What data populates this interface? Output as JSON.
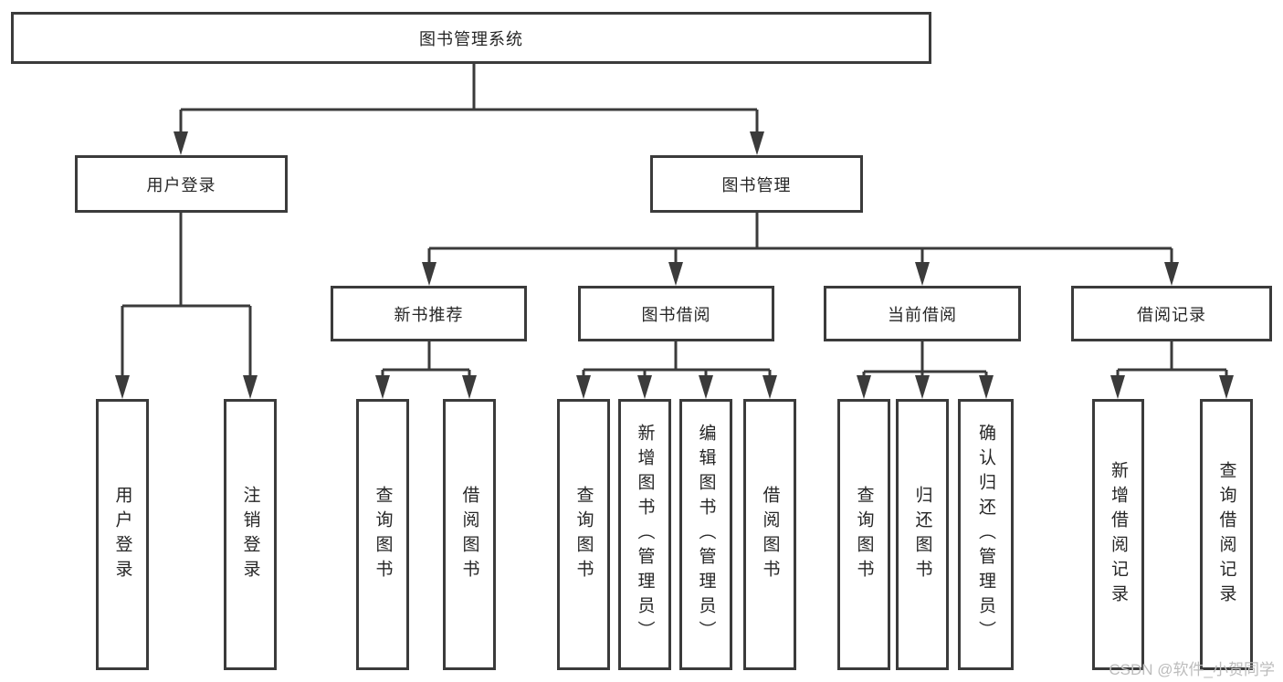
{
  "diagram": {
    "root": {
      "label": "图书管理系统"
    },
    "user_login": {
      "label": "用户登录",
      "children": [
        {
          "label": "用户登录"
        },
        {
          "label": "注销登录"
        }
      ]
    },
    "book_mgmt": {
      "label": "图书管理",
      "sections": [
        {
          "label": "新书推荐",
          "children": [
            {
              "label": "查询图书"
            },
            {
              "label": "借阅图书"
            }
          ]
        },
        {
          "label": "图书借阅",
          "children": [
            {
              "label": "查询图书"
            },
            {
              "label": "新增图书（管理员）"
            },
            {
              "label": "编辑图书（管理员）"
            },
            {
              "label": "借阅图书"
            }
          ]
        },
        {
          "label": "当前借阅",
          "children": [
            {
              "label": "查询图书"
            },
            {
              "label": "归还图书"
            },
            {
              "label": "确认归还（管理员）"
            }
          ]
        },
        {
          "label": "借阅记录",
          "children": [
            {
              "label": "新增借阅记录"
            },
            {
              "label": "查询借阅记录"
            }
          ]
        }
      ]
    }
  },
  "watermark": {
    "text": "CSDN @软件_小贺同学"
  },
  "colors": {
    "line": "#3b3b3b",
    "text": "#262626",
    "box_background": "#ffffff",
    "watermark": "#bcbcbc",
    "background": "#ffffff"
  }
}
